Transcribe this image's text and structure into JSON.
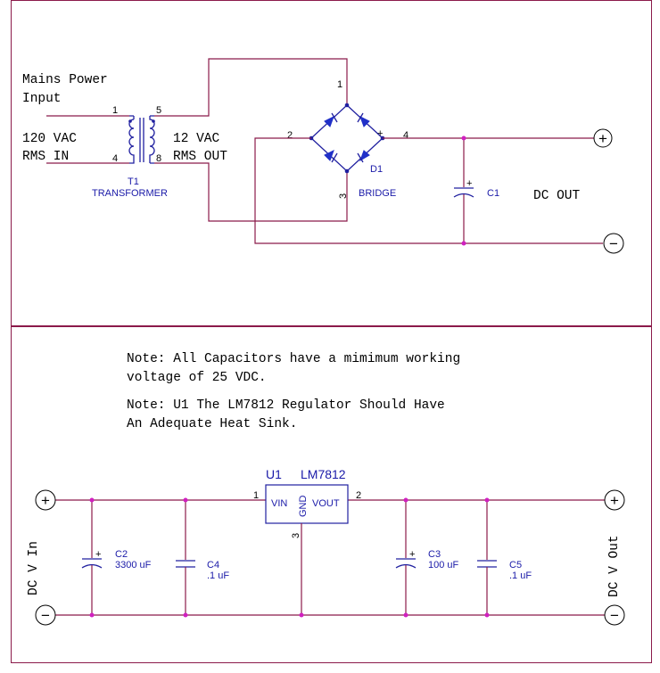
{
  "top": {
    "mains_label_1": "Mains Power",
    "mains_label_2": "Input",
    "in_label_1": "120  VAC",
    "in_label_2": "RMS  IN",
    "out_label_1": "12  VAC",
    "out_label_2": "RMS  OUT",
    "t1_ref": "T1",
    "t1_name": "TRANSFORMER",
    "t1_pins": [
      "1",
      "4",
      "5",
      "8"
    ],
    "d1_ref": "D1",
    "d1_name": "BRIDGE",
    "bridge_pins": [
      "1",
      "2",
      "3",
      "4"
    ],
    "bridge_plus": "+",
    "c1_ref": "C1",
    "c1_plus": "+",
    "dc_out": "DC  OUT",
    "plus_symbol": "+",
    "minus_symbol": "−"
  },
  "notes": {
    "note1_line1": "Note: All Capacitors have a mimimum working",
    "note1_line2": "voltage of 25 VDC.",
    "note2_line1": "Note: U1 The LM7812 Regulator Should Have",
    "note2_line2": "An Adequate Heat Sink."
  },
  "bottom": {
    "u1_ref": "U1",
    "u1_name": "LM7812",
    "vin": "VIN",
    "gnd": "GND",
    "vout": "VOUT",
    "u1_pins": [
      "1",
      "2",
      "3"
    ],
    "dc_v_in": "DC  V  In",
    "dc_v_out": "DC  V  Out",
    "c2_ref": "C2",
    "c2_val": "3300 uF",
    "c4_ref": "C4",
    "c4_val": ".1 uF",
    "c3_ref": "C3",
    "c3_val": "100 uF",
    "c5_ref": "C5",
    "c5_val": ".1 uF",
    "cap_plus": "+",
    "plus_symbol": "+",
    "minus_symbol": "−"
  },
  "colors": {
    "wire": "#8b1a4a",
    "component": "#2020a0",
    "junction": "#d020c0",
    "label": "#1a1aa8"
  }
}
